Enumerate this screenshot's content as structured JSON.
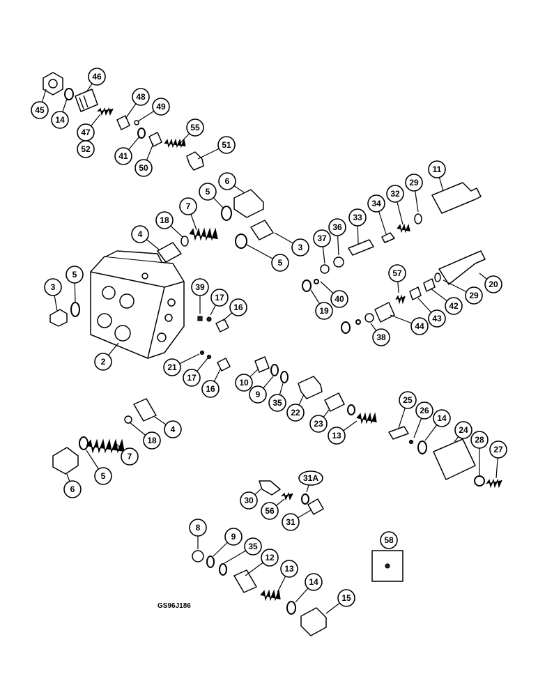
{
  "figure_code": "GS96J186",
  "callouts": [
    {
      "id": "c45",
      "label": "45"
    },
    {
      "id": "c46",
      "label": "46"
    },
    {
      "id": "c14a",
      "label": "14"
    },
    {
      "id": "c47",
      "label": "47"
    },
    {
      "id": "c52",
      "label": "52"
    },
    {
      "id": "c48",
      "label": "48"
    },
    {
      "id": "c49",
      "label": "49"
    },
    {
      "id": "c41",
      "label": "41"
    },
    {
      "id": "c50",
      "label": "50"
    },
    {
      "id": "c55",
      "label": "55"
    },
    {
      "id": "c51",
      "label": "51"
    },
    {
      "id": "c6a",
      "label": "6"
    },
    {
      "id": "c5a",
      "label": "5"
    },
    {
      "id": "c7a",
      "label": "7"
    },
    {
      "id": "c18a",
      "label": "18"
    },
    {
      "id": "c4a",
      "label": "4"
    },
    {
      "id": "c3a",
      "label": "3"
    },
    {
      "id": "c5b",
      "label": "5"
    },
    {
      "id": "c11",
      "label": "11"
    },
    {
      "id": "c29a",
      "label": "29"
    },
    {
      "id": "c32",
      "label": "32"
    },
    {
      "id": "c34",
      "label": "34"
    },
    {
      "id": "c33",
      "label": "33"
    },
    {
      "id": "c36",
      "label": "36"
    },
    {
      "id": "c37",
      "label": "37"
    },
    {
      "id": "c3b",
      "label": "3"
    },
    {
      "id": "c5c",
      "label": "5"
    },
    {
      "id": "c39",
      "label": "39"
    },
    {
      "id": "c17a",
      "label": "17"
    },
    {
      "id": "c16a",
      "label": "16"
    },
    {
      "id": "c57",
      "label": "57"
    },
    {
      "id": "c20",
      "label": "20"
    },
    {
      "id": "c29b",
      "label": "29"
    },
    {
      "id": "c42",
      "label": "42"
    },
    {
      "id": "c43",
      "label": "43"
    },
    {
      "id": "c44",
      "label": "44"
    },
    {
      "id": "c40",
      "label": "40"
    },
    {
      "id": "c19",
      "label": "19"
    },
    {
      "id": "c38",
      "label": "38"
    },
    {
      "id": "c2",
      "label": "2"
    },
    {
      "id": "c21",
      "label": "21"
    },
    {
      "id": "c17b",
      "label": "17"
    },
    {
      "id": "c16b",
      "label": "16"
    },
    {
      "id": "c10",
      "label": "10"
    },
    {
      "id": "c9a",
      "label": "9"
    },
    {
      "id": "c35a",
      "label": "35"
    },
    {
      "id": "c22",
      "label": "22"
    },
    {
      "id": "c23",
      "label": "23"
    },
    {
      "id": "c13a",
      "label": "13"
    },
    {
      "id": "c25",
      "label": "25"
    },
    {
      "id": "c26",
      "label": "26"
    },
    {
      "id": "c14b",
      "label": "14"
    },
    {
      "id": "c24",
      "label": "24"
    },
    {
      "id": "c28",
      "label": "28"
    },
    {
      "id": "c27",
      "label": "27"
    },
    {
      "id": "c4b",
      "label": "4"
    },
    {
      "id": "c18b",
      "label": "18"
    },
    {
      "id": "c7b",
      "label": "7"
    },
    {
      "id": "c5d",
      "label": "5"
    },
    {
      "id": "c6b",
      "label": "6"
    },
    {
      "id": "c31A",
      "label": "31A"
    },
    {
      "id": "c30",
      "label": "30"
    },
    {
      "id": "c56",
      "label": "56"
    },
    {
      "id": "c31",
      "label": "31"
    },
    {
      "id": "c58",
      "label": "58"
    },
    {
      "id": "c8",
      "label": "8"
    },
    {
      "id": "c9b",
      "label": "9"
    },
    {
      "id": "c35b",
      "label": "35"
    },
    {
      "id": "c12",
      "label": "12"
    },
    {
      "id": "c13b",
      "label": "13"
    },
    {
      "id": "c14c",
      "label": "14"
    },
    {
      "id": "c15",
      "label": "15"
    }
  ]
}
